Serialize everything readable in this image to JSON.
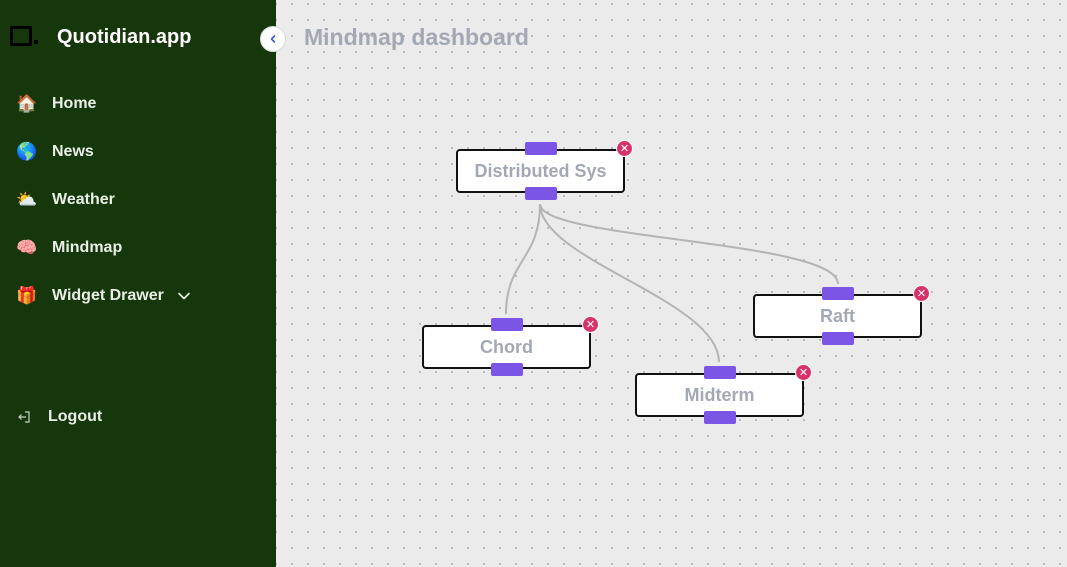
{
  "app": {
    "name": "Quotidian.app"
  },
  "sidebar": {
    "items": [
      {
        "label": "Home",
        "icon": "🏠",
        "icon_name": "house-icon"
      },
      {
        "label": "News",
        "icon": "🌎",
        "icon_name": "globe-icon"
      },
      {
        "label": "Weather",
        "icon": "⛅",
        "icon_name": "sun-cloud-icon"
      },
      {
        "label": "Mindmap",
        "icon": "🧠",
        "icon_name": "brain-icon"
      },
      {
        "label": "Widget Drawer",
        "icon": "🎁",
        "icon_name": "gift-icon"
      }
    ],
    "logout_label": "Logout"
  },
  "page": {
    "title": "Mindmap dashboard"
  },
  "mindmap": {
    "nodes": [
      {
        "id": "distributed-sys",
        "label": "Distributed Sys"
      },
      {
        "id": "chord",
        "label": "Chord"
      },
      {
        "id": "midterm",
        "label": "Midterm"
      },
      {
        "id": "raft",
        "label": "Raft"
      }
    ],
    "edges": [
      {
        "from": "distributed-sys",
        "to": "chord"
      },
      {
        "from": "distributed-sys",
        "to": "midterm"
      },
      {
        "from": "distributed-sys",
        "to": "raft"
      }
    ]
  },
  "colors": {
    "sidebar_bg": "#16360c",
    "canvas_bg": "#ebebeb",
    "handle": "#7b55e6",
    "delete": "#d6336c",
    "edge": "#b4b4b4",
    "node_text": "#a3a8b5"
  }
}
